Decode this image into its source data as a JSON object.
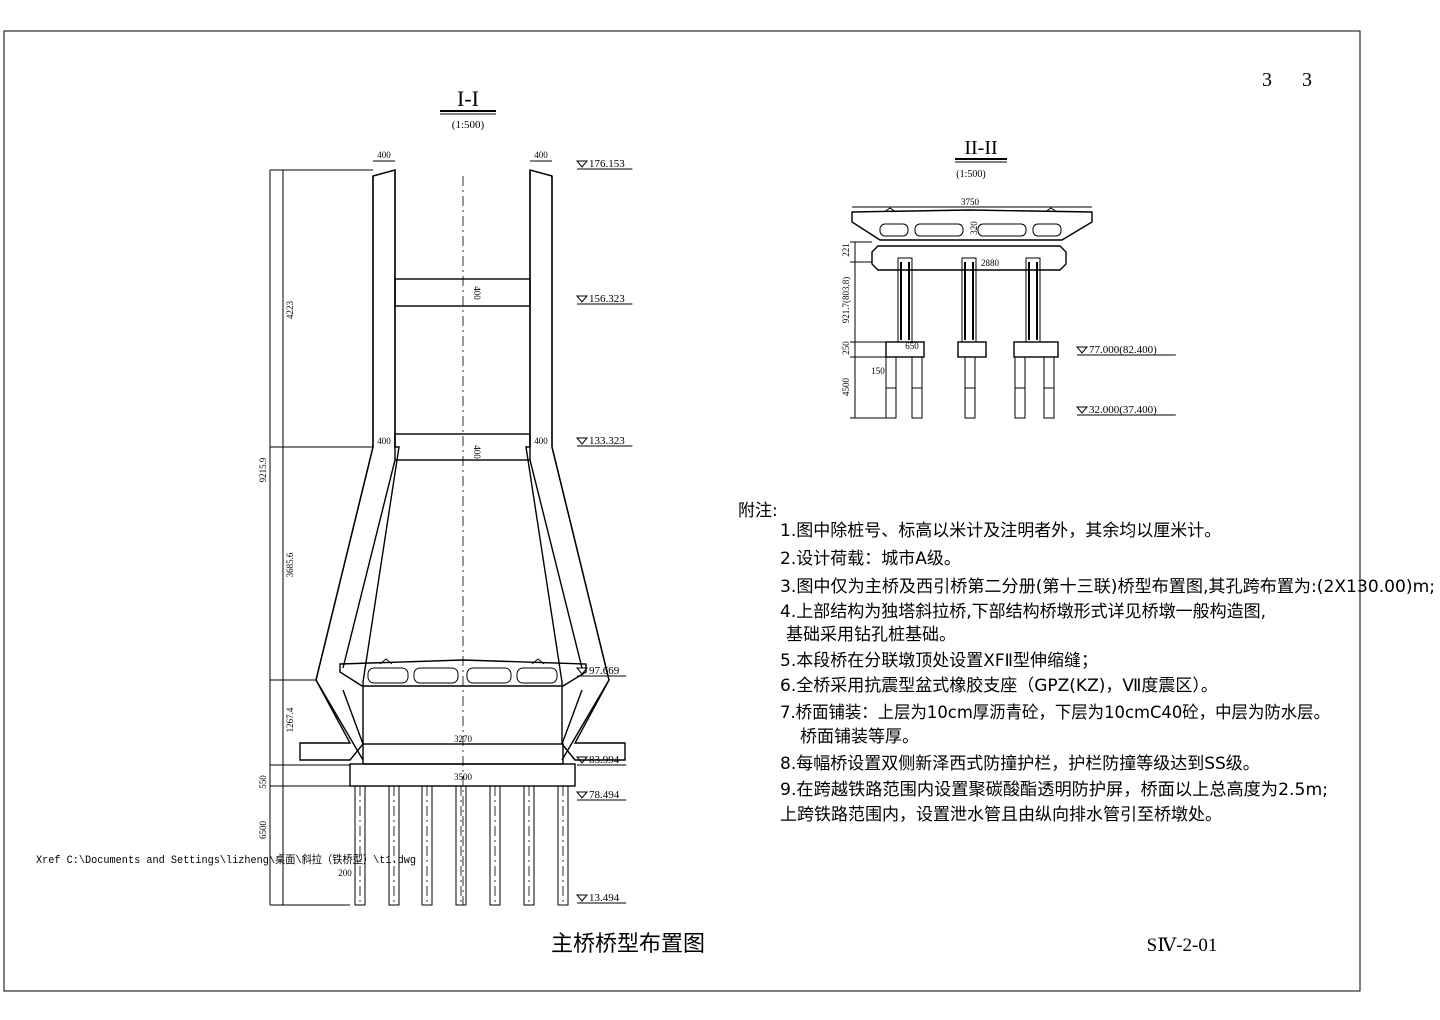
{
  "sheet": {
    "page_numbers": [
      "3",
      "3"
    ],
    "title": "主桥桥型布置图",
    "drawing_no": "SⅣ-2-01",
    "xref": "Xref C:\\Documents and Settings\\lizheng\\桌面\\斜拉（铁桥型）\\t1.dwg"
  },
  "section1": {
    "title": "I-I",
    "scale": "(1:500)",
    "dims": {
      "tower_width_top_left": "400",
      "tower_width_top_right": "400",
      "tower_width_mid_left": "400",
      "tower_width_mid_right": "400",
      "beam1_height": "400",
      "beam2_height": "400",
      "cap_top_width": "3270",
      "cap_width": "3500",
      "pile_dia": "200",
      "upper_height": "4223",
      "total_height": "9215.9",
      "middle_height": "3685.6",
      "lower_height": "1267.4",
      "cap_height": "550",
      "pile_length": "6500"
    },
    "elevations": [
      "176.153",
      "156.323",
      "133.323",
      "97.669",
      "83.994",
      "78.494",
      "13.494"
    ]
  },
  "section2": {
    "title": "II-II",
    "scale": "(1:500)",
    "dims": {
      "deck_width": "3750",
      "deck_depth": "320",
      "cap_beam_height": "221",
      "cap_beam_width": "2880",
      "column_height": "921.7(803.8)",
      "footing_height": "250",
      "footing_width": "650",
      "pile_dia": "150",
      "pile_length": "4500"
    },
    "elevations": [
      "77.000(82.400)",
      "32.000(37.400)"
    ]
  },
  "notes": {
    "heading": "附注:",
    "lines": [
      "1.图中除桩号、标高以米计及注明者外，其余均以厘米计。",
      "2.设计荷载：城市A级。",
      "3.图中仅为主桥及西引桥第二分册(第十三联)桥型布置图,其孔跨布置为:(2X130.00)m;",
      "4.上部结构为独塔斜拉桥,下部结构桥墩形式详见桥墩一般构造图,",
      "基础采用钻孔桩基础。",
      "5.本段桥在分联墩顶处设置XFⅡ型伸缩缝；",
      "6.全桥采用抗震型盆式橡胶支座（GPZ(KZ)，Ⅶ度震区）。",
      "7.桥面铺装：上层为10cm厚沥青砼，下层为10cmC40砼，中层为防水层。",
      "桥面铺装等厚。",
      "8.每幅桥设置双侧新泽西式防撞护栏，护栏防撞等级达到SS级。",
      "9.在跨越铁路范围内设置聚碳酸酯透明防护屏，桥面以上总高度为2.5m;",
      "上跨铁路范围内，设置泄水管且由纵向排水管引至桥墩处。"
    ]
  }
}
